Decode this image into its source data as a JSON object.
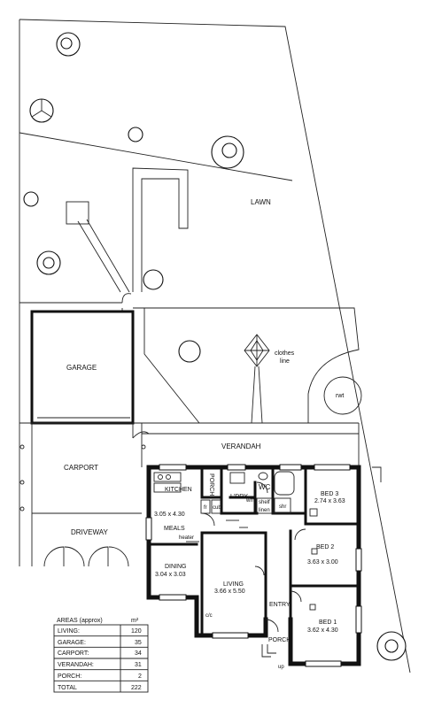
{
  "site_labels": {
    "lawn": "LAWN",
    "garage": "GARAGE",
    "carport": "CARPORT",
    "driveway": "DRIVEWAY",
    "verandah": "VERANDAH",
    "clothes_line_1": "clothes",
    "clothes_line_2": "line",
    "rwt": "rwt"
  },
  "rooms": {
    "kitchen": "KITCHEN",
    "porch_rear": "PORCH",
    "ldry": "L'DRY",
    "wm": "wm",
    "wc": "WC",
    "fr": "fr",
    "cub": "cub",
    "shelf": "shelf",
    "linen": "linen",
    "shr": "shr",
    "bed3_name": "BED 3",
    "bed3_size": "2.74 x 3.63",
    "meals_size": "3.05 x 4.30",
    "meals_name": "MEALS",
    "heater": "heater",
    "bed2_name": "BED 2",
    "bed2_size": "3.63 x 3.00",
    "dining_name": "DINING",
    "dining_size": "3.04 x 3.03",
    "living_name": "LIVING",
    "living_size": "3.66 x 5.50",
    "entry": "ENTRY",
    "bed1_name": "BED 1",
    "bed1_size": "3.62 x 4.30",
    "cc": "c/c",
    "porch_front": "PORCH",
    "up": "up"
  },
  "areas_table": {
    "title": "AREAS (approx)",
    "unit": "m²",
    "rows": [
      {
        "label": "LIVING:",
        "value": "120"
      },
      {
        "label": "GARAGE:",
        "value": "35"
      },
      {
        "label": "CARPORT:",
        "value": "34"
      },
      {
        "label": "VERANDAH:",
        "value": "31"
      },
      {
        "label": "PORCH:",
        "value": "2"
      },
      {
        "label": "TOTAL",
        "value": "222"
      }
    ]
  }
}
